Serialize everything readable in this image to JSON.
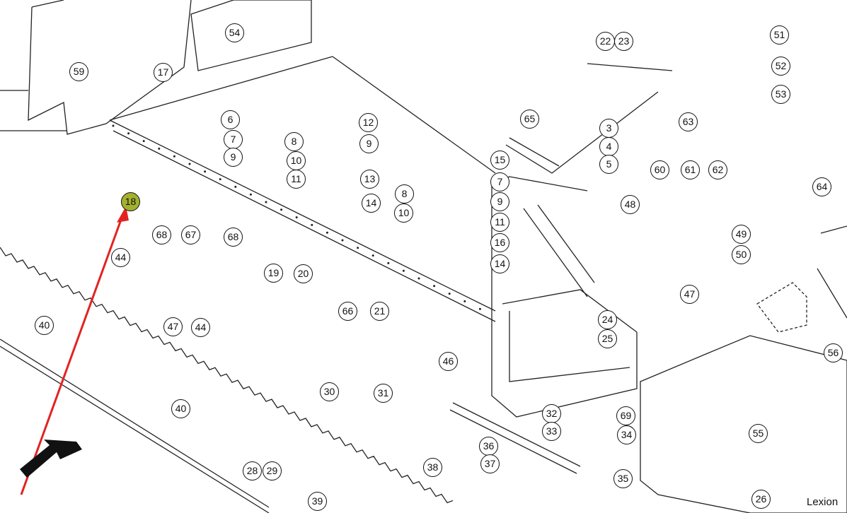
{
  "diagram": {
    "brand_text": "Lexion",
    "highlight_color": "#a3b12e",
    "pointer_arrow_color": "#e32222",
    "direction_arrow_color": "#111111",
    "highlighted_callout": "18",
    "callouts": [
      "54",
      "59",
      "17",
      "22",
      "23",
      "51",
      "52",
      "53",
      "6",
      "12",
      "65",
      "63",
      "3",
      "7",
      "8",
      "9",
      "4",
      "9",
      "10",
      "11",
      "13",
      "15",
      "5",
      "60",
      "61",
      "62",
      "64",
      "7",
      "8",
      "9",
      "14",
      "18",
      "10",
      "11",
      "48",
      "68",
      "67",
      "68",
      "16",
      "49",
      "50",
      "44",
      "14",
      "19",
      "20",
      "47",
      "21",
      "66",
      "44",
      "47",
      "24",
      "25",
      "40",
      "56",
      "46",
      "30",
      "31",
      "69",
      "32",
      "33",
      "34",
      "40",
      "36",
      "37",
      "38",
      "28",
      "29",
      "55",
      "35",
      "39",
      "26"
    ]
  }
}
